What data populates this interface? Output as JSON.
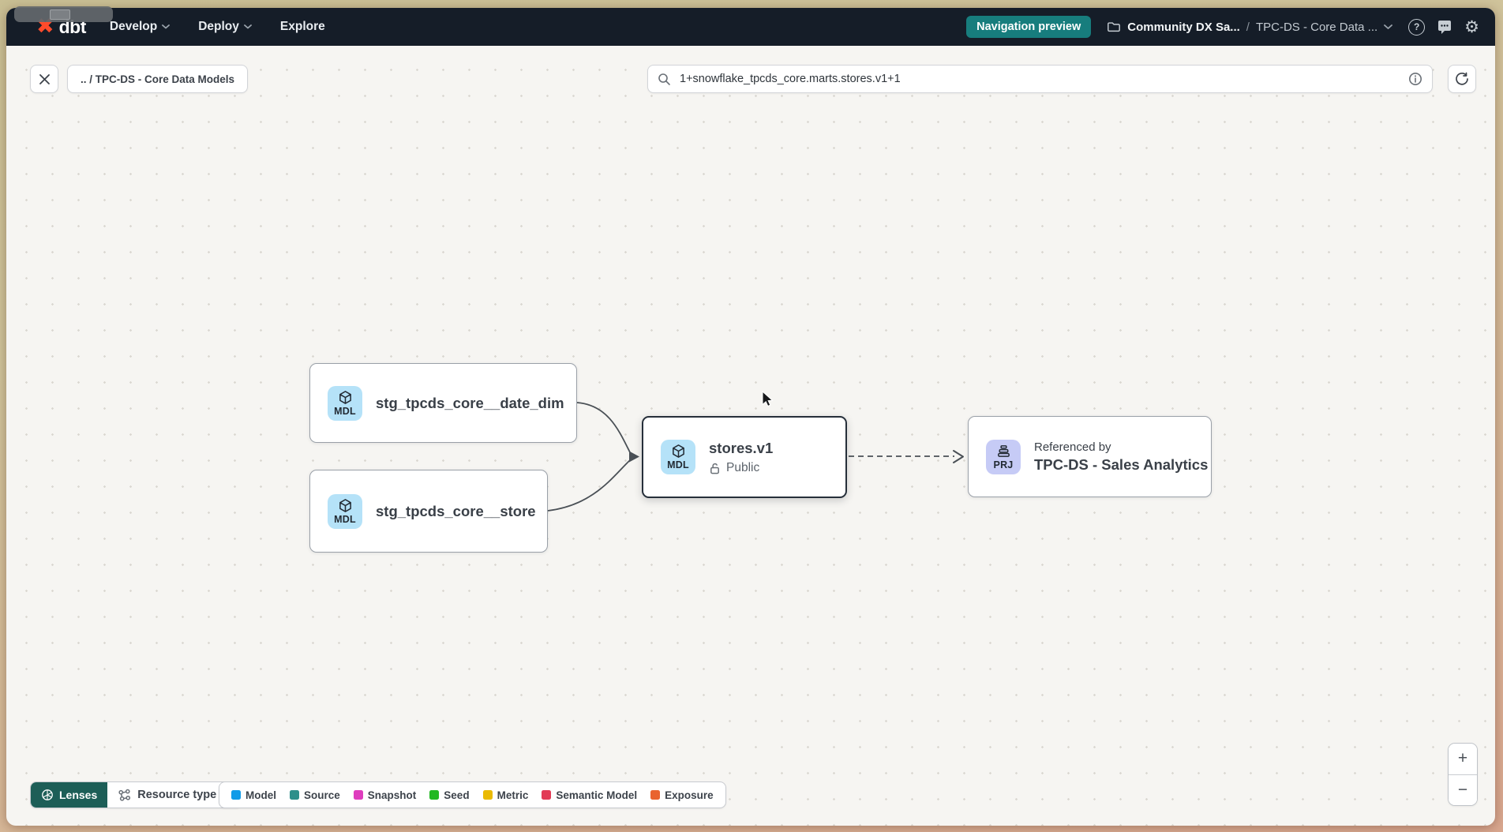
{
  "navbar": {
    "logo": "dbt",
    "menu": {
      "develop": "Develop",
      "deploy": "Deploy",
      "explore": "Explore"
    },
    "preview_badge": "Navigation preview",
    "breadcrumb": {
      "account": "Community DX Sa...",
      "separator": "/",
      "project": "TPC-DS - Core Data ..."
    }
  },
  "toolbar": {
    "breadcrumb_chip": ".. / TPC-DS - Core Data Models",
    "search_value": "1+snowflake_tpcds_core.marts.stores.v1+1"
  },
  "graph": {
    "nodes": {
      "date_dim": {
        "badge": "MDL",
        "label": "stg_tpcds_core__date_dim"
      },
      "store": {
        "badge": "MDL",
        "label": "stg_tpcds_core__store"
      },
      "stores_v1": {
        "badge": "MDL",
        "label": "stores.v1",
        "access": "Public"
      },
      "sales_analytics": {
        "badge": "PRJ",
        "overline": "Referenced by",
        "label": "TPC-DS - Sales Analytics"
      }
    }
  },
  "footer": {
    "lenses": "Lenses",
    "resource_type": "Resource type",
    "legend": [
      {
        "label": "Model",
        "color": "#119be8"
      },
      {
        "label": "Source",
        "color": "#2e8f8a"
      },
      {
        "label": "Snapshot",
        "color": "#df3dbe"
      },
      {
        "label": "Seed",
        "color": "#22b822"
      },
      {
        "label": "Metric",
        "color": "#eaba02"
      },
      {
        "label": "Semantic Model",
        "color": "#e23a55"
      },
      {
        "label": "Exposure",
        "color": "#e9632f"
      }
    ]
  },
  "zoom_controls": {
    "zoom_in": "+",
    "zoom_out": "−"
  },
  "colors": {
    "brand_orange": "#ff4b2b",
    "accent_teal": "#177d7d",
    "navbar_bg": "#151d28",
    "model_badge_bg": "#b5e2f8",
    "project_badge_bg": "#c6cbf6"
  }
}
